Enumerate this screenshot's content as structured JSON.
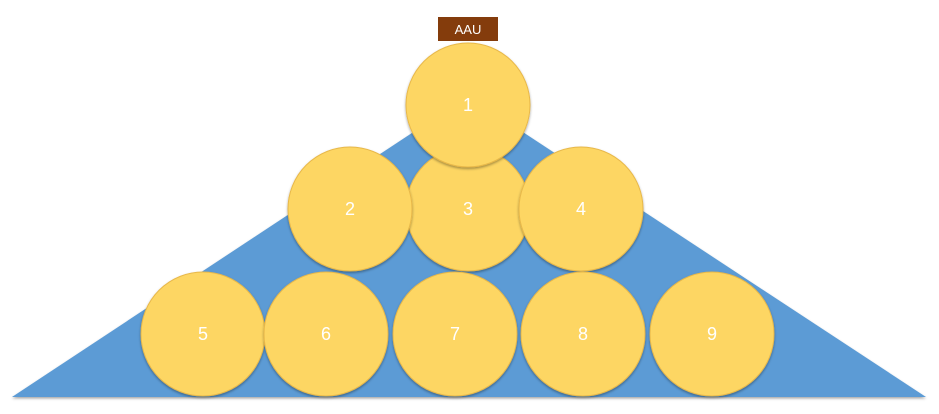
{
  "diagram": {
    "label": "AAU",
    "circle_labels": [
      "1",
      "2",
      "3",
      "4",
      "5",
      "6",
      "7",
      "8",
      "9"
    ]
  },
  "colors": {
    "triangle_fill": "#5B9BD5",
    "circle_fill": "#FDD663",
    "circle_stroke": "#E8B84A",
    "label_box_fill": "#843C0C",
    "label_text": "#FFFFFF",
    "circle_text": "#FFFFFF"
  }
}
